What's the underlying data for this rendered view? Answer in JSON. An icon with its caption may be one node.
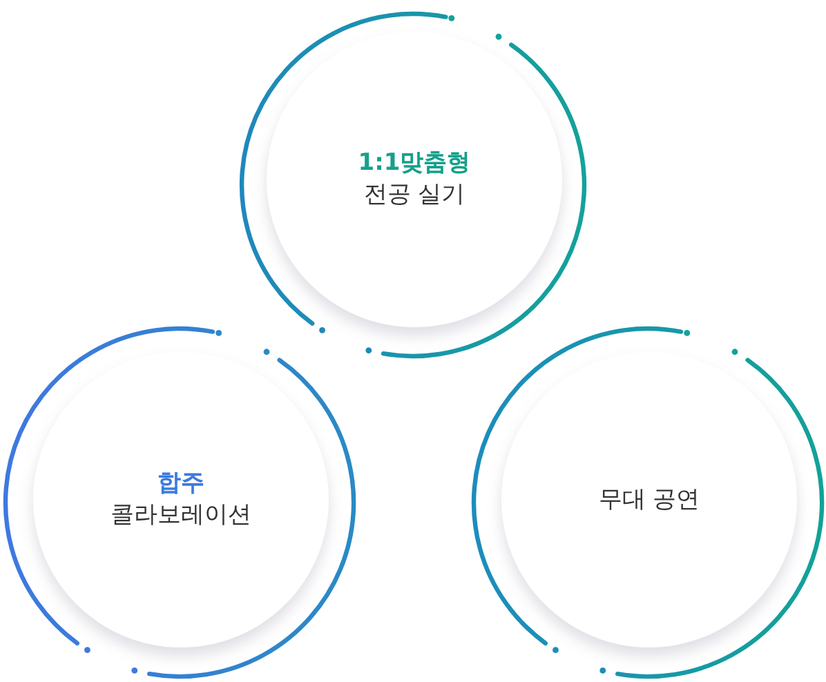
{
  "diagram": {
    "nodes": [
      {
        "text": [
          "1:1맞춤형",
          "전공 실기"
        ]
      },
      {
        "text": [
          "합주",
          "콜라보레이션"
        ]
      },
      {
        "text": [
          "무대 공연"
        ]
      }
    ]
  }
}
